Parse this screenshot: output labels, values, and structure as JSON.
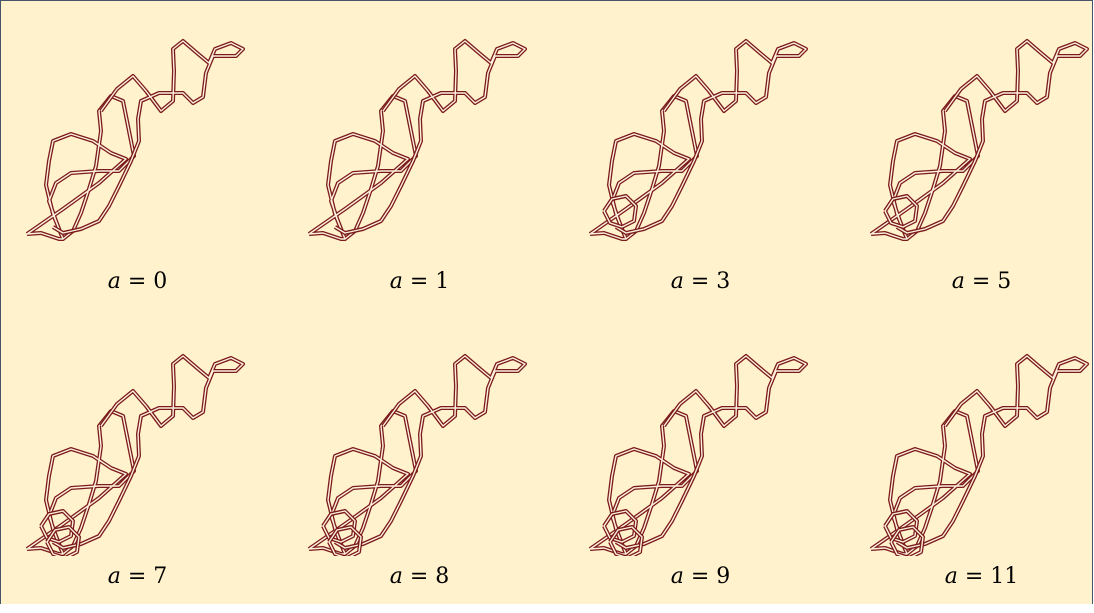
{
  "panels": [
    {
      "var": "a",
      "eq": "=",
      "value": "0"
    },
    {
      "var": "a",
      "eq": "=",
      "value": "1"
    },
    {
      "var": "a",
      "eq": "=",
      "value": "3"
    },
    {
      "var": "a",
      "eq": "=",
      "value": "5"
    },
    {
      "var": "a",
      "eq": "=",
      "value": "7"
    },
    {
      "var": "a",
      "eq": "=",
      "value": "8"
    },
    {
      "var": "a",
      "eq": "=",
      "value": "9"
    },
    {
      "var": "a",
      "eq": "=",
      "value": "11"
    }
  ],
  "colors": {
    "background": "#fff2cc",
    "border": "#44546a",
    "curve_outer": "#7b1a1a",
    "curve_inner": "#fdf1dd"
  }
}
